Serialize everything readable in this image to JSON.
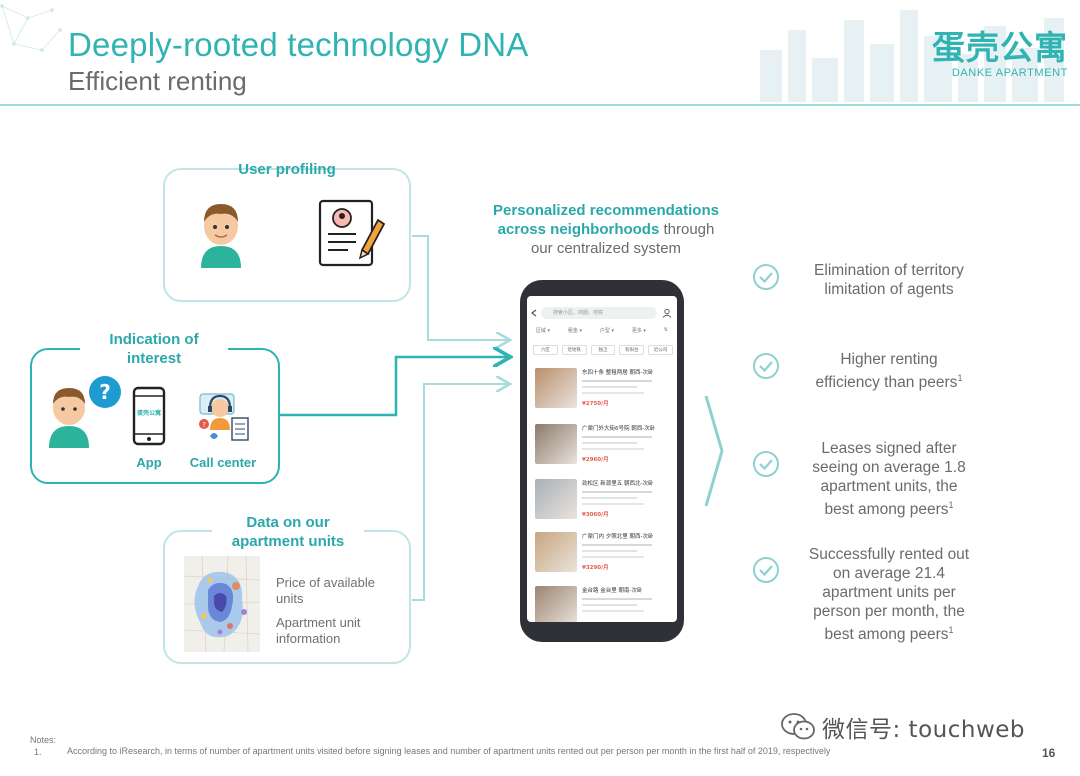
{
  "header": {
    "title": "Deeply-rooted technology DNA",
    "subtitle": "Efficient renting"
  },
  "logo": {
    "chinese": "蛋壳公寓",
    "english": "DANKE APARTMENT"
  },
  "inputs": {
    "user_profiling": {
      "title": "User profiling"
    },
    "interest": {
      "title_line1": "Indication of",
      "title_line2": "interest",
      "app_label": "App",
      "call_center_label": "Call center",
      "phone_logo_text": "蛋壳公寓"
    },
    "units_data": {
      "title_line1": "Data on our",
      "title_line2": "apartment units",
      "item1_line1": "Price of available",
      "item1_line2": "units",
      "item2_line1": "Apartment unit",
      "item2_line2": "information"
    }
  },
  "recommendation": {
    "line1": "Personalized recommendations",
    "line2_bold": "across neighborhoods",
    "line2_rest": " through",
    "line3": "our centralized system"
  },
  "phone_screen": {
    "search_placeholder": "搜索小区、商圈、地铁",
    "filters": [
      "区域 ▾",
      "租金 ▾",
      "户型 ▾",
      "更多 ▾",
      "⇅"
    ],
    "tags": [
      "六区",
      "近地铁",
      "独卫",
      "有阳台",
      "近公司"
    ],
    "listings": [
      {
        "title": "东四十条 整租两居 朝西-次卧",
        "price": "¥2750/月",
        "color": "#b98f6c"
      },
      {
        "title": "广渠门外大街6号院 朝西-次卧",
        "price": "¥2960/月",
        "color": "#8c7a6b"
      },
      {
        "title": "劲松区 新源里五 朝西北-次卧",
        "price": "¥3060/月",
        "color": "#a7b0b8"
      },
      {
        "title": "广渠门内 夕照北里 朝西-次卧",
        "price": "¥3290/月",
        "color": "#c8a57f"
      },
      {
        "title": "金台路 金台里 朝南-次卧",
        "price": "",
        "color": "#9c8572"
      }
    ]
  },
  "benefits": [
    {
      "line1": "Elimination of territory",
      "line2": "limitation of agents"
    },
    {
      "line1": "Higher renting",
      "line2": "efficiency than peers",
      "sup": "1"
    },
    {
      "line1": "Leases signed after",
      "line2": "seeing on average 1.8",
      "line3": "apartment units, the",
      "line4": "best among peers",
      "sup": "1"
    },
    {
      "line1": "Successfully rented out",
      "line2": "on average 21.4",
      "line3": "apartment units per",
      "line4": "person per month, the",
      "line5": "best among peers",
      "sup": "1"
    }
  ],
  "notes": {
    "label": "Notes:",
    "number": "1.",
    "text": "According to iResearch, in terms of number of apartment units visited before signing leases and number of apartment units rented out per person per month in the first half of 2019, respectively"
  },
  "page_number": "16",
  "watermark": "微信号: touchweb",
  "colors": {
    "teal": "#2fb3b3",
    "teal_light": "#bfe6e6",
    "text_grey": "#6b6b6b"
  }
}
